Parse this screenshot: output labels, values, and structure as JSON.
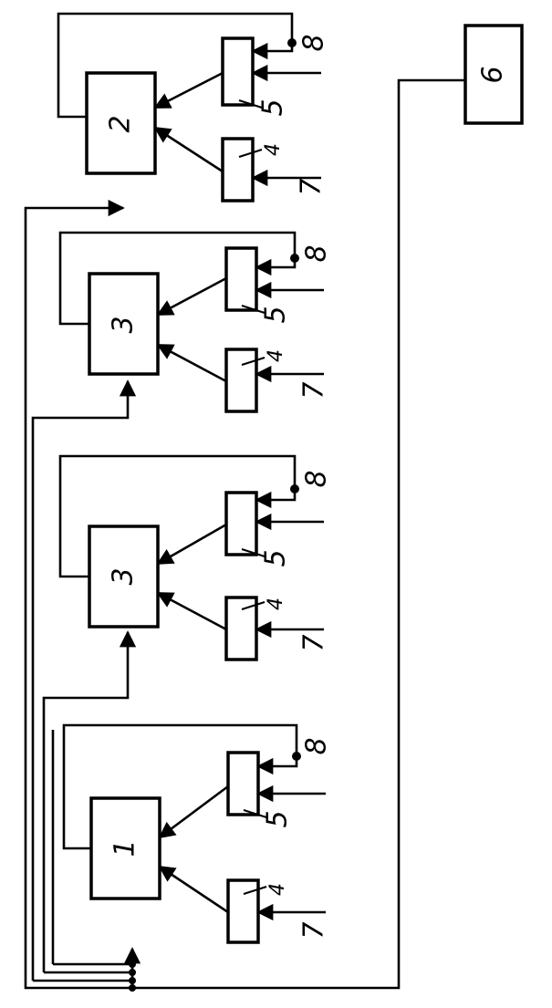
{
  "labels": {
    "block_1": "1",
    "block_2": "2",
    "block_3": "3",
    "block_4": "4",
    "block_5": "5",
    "block_6": "6",
    "input_7": "7",
    "input_8": "8"
  },
  "colors": {
    "ink": "#000000",
    "paper": "#ffffff"
  }
}
